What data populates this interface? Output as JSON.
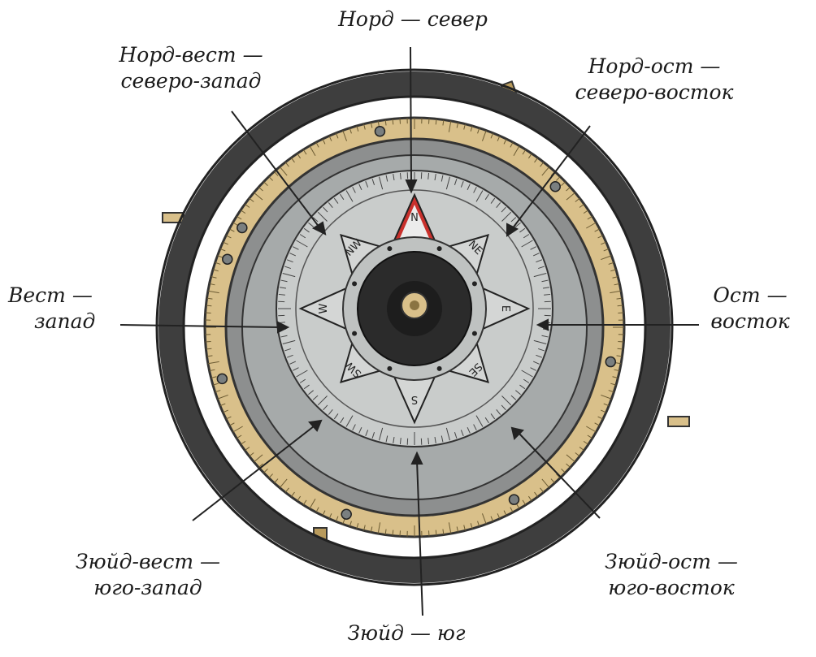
{
  "labels": {
    "north": {
      "line1": "Норд — север"
    },
    "northwest": {
      "line1": "Норд-вест —",
      "line2": "северо-запад"
    },
    "northeast": {
      "line1": "Норд-ост —",
      "line2": "северо-восток"
    },
    "west": {
      "line1": "Вест —",
      "line2": "запад"
    },
    "east": {
      "line1": "Ост —",
      "line2": "восток"
    },
    "southwest": {
      "line1": "Зюйд-вест —",
      "line2": "юго-запад"
    },
    "southeast": {
      "line1": "Зюйд-ост —",
      "line2": "юго-восток"
    },
    "south": {
      "line1": "Зюйд — юг"
    }
  },
  "rose_letters": [
    "N",
    "NE",
    "E",
    "SE",
    "S",
    "SW",
    "W",
    "NW"
  ],
  "colors": {
    "brass": "#d9c08a",
    "brass_dark": "#b89a5c",
    "outer_ring": "#3e3e3e",
    "dial": "#c9cccb",
    "center": "#2b2b2b",
    "north_point": "#c9302c"
  }
}
